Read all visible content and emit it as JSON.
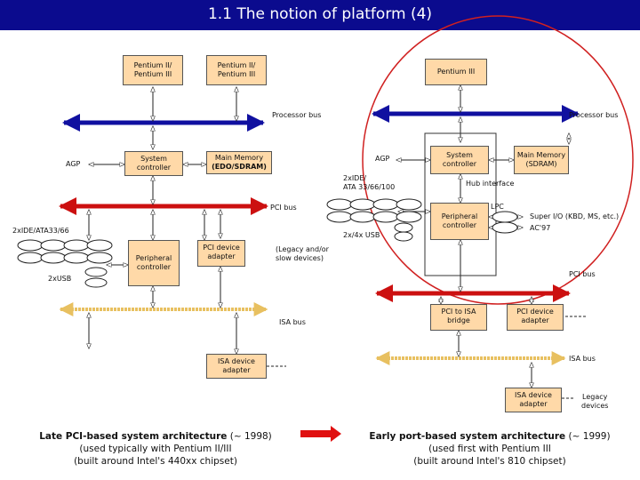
{
  "title": "1.1 The notion of platform (4)",
  "colors": {
    "title_bg": "#0b0b8e",
    "box_fill": "#ffd9a8",
    "processor_bus": "#1010a0",
    "pci_bus": "#cc1010",
    "isa_bus": "#e8c060",
    "ellipse": "#d02020",
    "arrow": "#e01010"
  },
  "left": {
    "cpu1": "Pentium II/\nPentium III",
    "cpu2": "Pentium II/\nPentium III",
    "processor_bus": "Processor bus",
    "agp": "AGP",
    "system_controller": "System\ncontroller",
    "main_memory": "Main Memory",
    "main_memory_type": "(EDO/SDRAM)",
    "ide_right": "2xIDE/\nATA 33/66/100",
    "pci_bus": "PCI bus",
    "ide_left": "2xIDE/ATA33/66",
    "usb_left": "2xUSB",
    "usb_right": "2x/4x USB",
    "peripheral_controller": "Peripheral\ncontroller",
    "pci_device": "PCI device\nadapter",
    "legacy_slow": "(Legacy and/or\nslow devices)",
    "isa_bus": "ISA bus",
    "isa_device": "ISA device\nadapter"
  },
  "right": {
    "cpu": "Pentium III",
    "processor_bus": "Processor bus",
    "agp": "AGP",
    "system_controller": "System\ncontroller",
    "main_memory": "Main Memory\n(SDRAM)",
    "hub_interface": "Hub interface",
    "lpc": "LPC",
    "peripheral_controller": "Peripheral\ncontroller",
    "super_io": "Super I/O (KBD, MS, etc.)",
    "ac97": "AC'97",
    "pci_bus": "PCI bus",
    "pci_to_isa": "PCI to ISA\nbridge",
    "pci_device": "PCI device\nadapter",
    "isa_bus": "ISA bus",
    "isa_device": "ISA device\nadapter",
    "legacy_devices": "Legacy\ndevices"
  },
  "captions": {
    "left_title": "Late PCI-based system architecture",
    "left_year": " (~ 1998)",
    "left_line2": "(used typically with Pentium II/III",
    "left_line3": "(built around Intel's 440xx chipset)",
    "right_title": "Early port-based system architecture",
    "right_year": " (~ 1999)",
    "right_line2": "(used first with Pentium III",
    "right_line3": "(built around Intel's 810 chipset)"
  }
}
